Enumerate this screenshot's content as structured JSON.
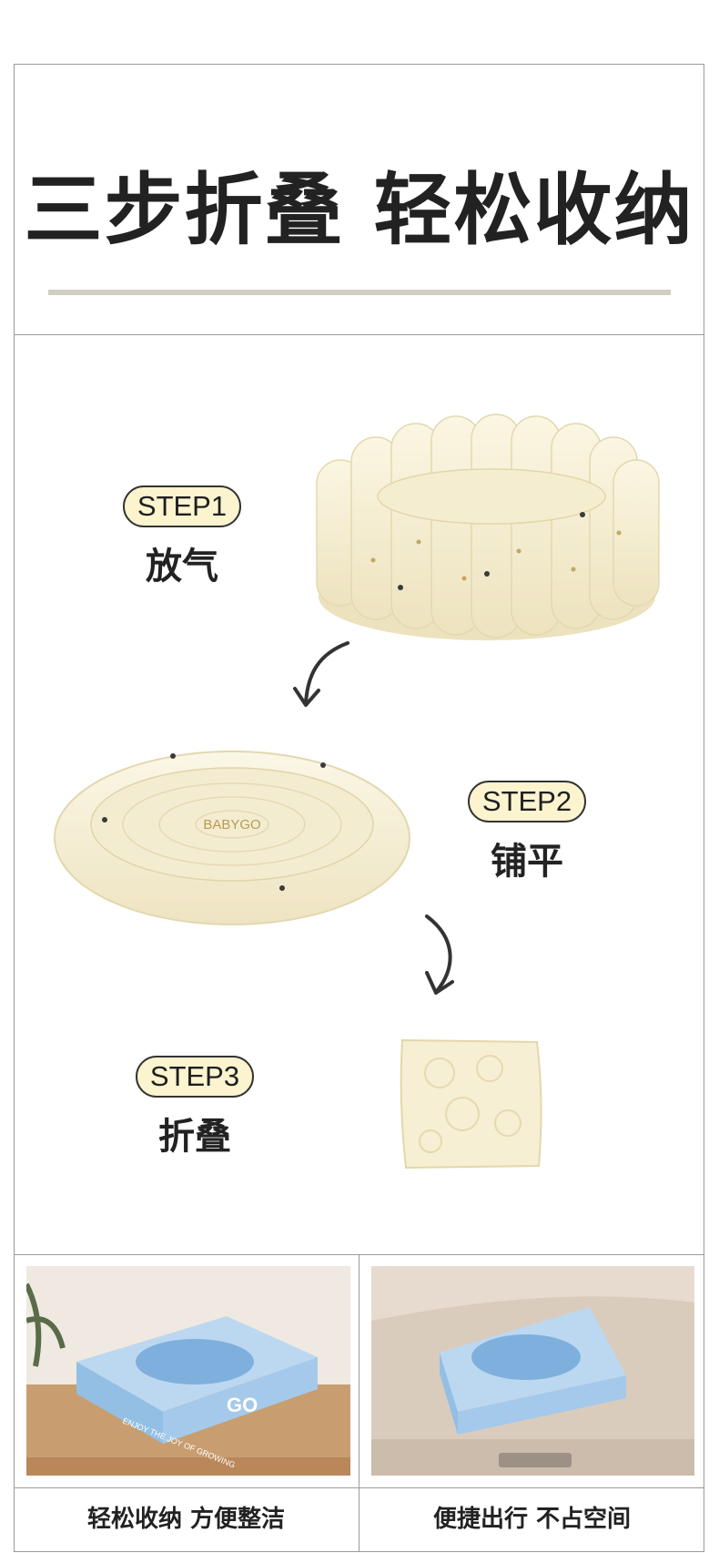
{
  "header": {
    "title": "三步折叠 轻松收纳"
  },
  "steps": [
    {
      "badge": "STEP1",
      "label": "放气"
    },
    {
      "badge": "STEP2",
      "label": "铺平"
    },
    {
      "badge": "STEP3",
      "label": "折叠"
    }
  ],
  "pool_print": "BABYGO",
  "box": {
    "slogan": "ENJOY THE JOY OF GROWING",
    "logo": "GO"
  },
  "captions": [
    "轻松收纳 方便整洁",
    "便捷出行 不占空间"
  ],
  "colors": {
    "accent_bar": "#cfcfc2",
    "badge_bg": "#fbf4cf",
    "pool_cream": "#f7f0d6",
    "box_blue": "#a9cbe9"
  }
}
